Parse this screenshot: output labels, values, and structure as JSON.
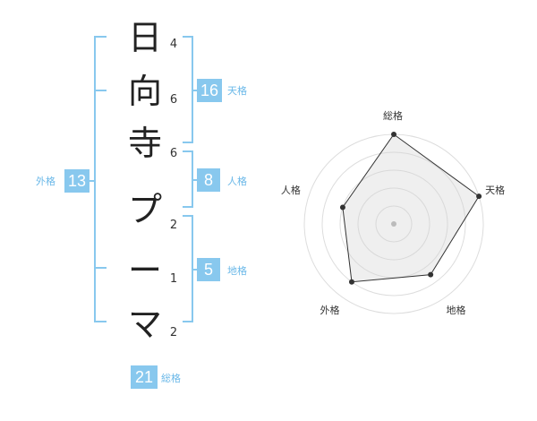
{
  "name": {
    "characters": [
      "日",
      "向",
      "寺",
      "プ",
      "ー",
      "マ"
    ],
    "strokes": [
      "4",
      "6",
      "6",
      "2",
      "1",
      "2"
    ]
  },
  "kaku": {
    "tenkaku": {
      "value": "16",
      "label": "天格"
    },
    "jinkaku": {
      "value": "8",
      "label": "人格"
    },
    "chikaku": {
      "value": "5",
      "label": "地格"
    },
    "gaikaku": {
      "value": "13",
      "label": "外格"
    },
    "soukaku": {
      "value": "21",
      "label": "総格"
    }
  },
  "colors": {
    "accent": "#88c8ee",
    "accent_text": "#6ab8e8"
  },
  "chart_data": {
    "type": "radar",
    "axes": [
      "総格",
      "天格",
      "地格",
      "外格",
      "人格"
    ],
    "values": [
      5,
      5,
      3.5,
      4,
      3
    ],
    "rings": 5,
    "max": 5
  }
}
